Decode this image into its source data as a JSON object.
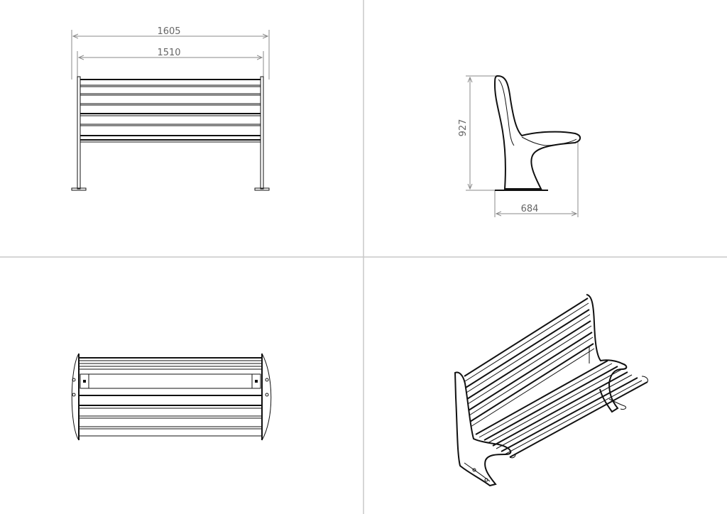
{
  "drawing": {
    "colors": {
      "line": "#111111",
      "dimension": "#8a8a8a",
      "divider": "#c8c8c8",
      "text": "#666666"
    },
    "views": {
      "front": {
        "overall_width": "1605",
        "inner_width": "1510"
      },
      "side": {
        "height": "927",
        "depth": "684"
      },
      "top": {},
      "isometric": {}
    }
  }
}
